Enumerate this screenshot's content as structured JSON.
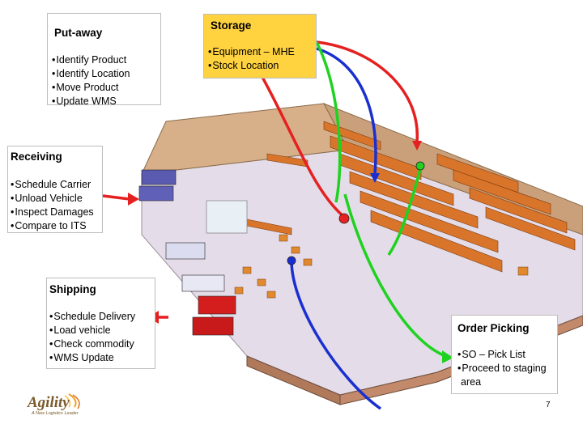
{
  "putaway": {
    "title": "Put-away",
    "items": [
      "Identify Product",
      "Identify Location",
      "Move Product",
      "Update WMS"
    ]
  },
  "storage": {
    "title": "Storage",
    "items": [
      "Equipment – MHE",
      "Stock Location"
    ]
  },
  "receiving": {
    "title": "Receiving",
    "items": [
      "Schedule Carrier",
      "Unload Vehicle",
      "Inspect Damages",
      "Compare to ITS"
    ]
  },
  "shipping": {
    "title": "Shipping",
    "items": [
      "Schedule Delivery",
      "Load vehicle",
      "Check commodity",
      "WMS Update"
    ]
  },
  "picking": {
    "title": "Order Picking",
    "items": [
      "SO – Pick List",
      "Proceed to staging",
      "area"
    ]
  },
  "logo": {
    "name": "Agility",
    "tagline": "A New Logistics Leader"
  },
  "page_number": "7",
  "colors": {
    "storage_fill": "#ffd23f",
    "arrow_red": "#e52020",
    "arrow_blue": "#1a2fd0",
    "arrow_green": "#1fd21f"
  }
}
